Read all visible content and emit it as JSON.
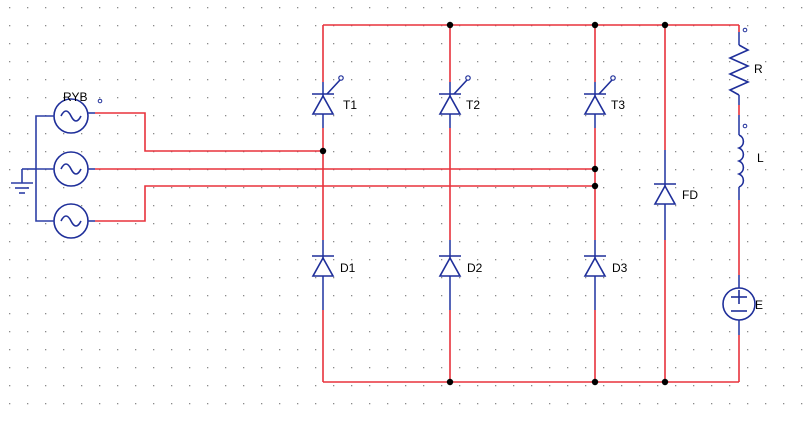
{
  "circuit": {
    "source_label": "RYB",
    "thyristors": [
      "T1",
      "T2",
      "T3"
    ],
    "diodes": [
      "D1",
      "D2",
      "D3"
    ],
    "freewheel_diode": "FD",
    "load": {
      "resistor": "R",
      "inductor": "L",
      "emf": "E"
    }
  },
  "colors": {
    "wire": "#e8323c",
    "component": "#1f2f9a",
    "grid_dot": "#8a8a8a",
    "node": "#000000"
  }
}
